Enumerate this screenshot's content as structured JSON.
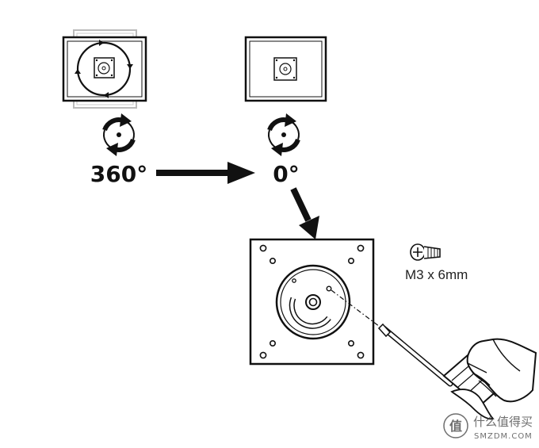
{
  "steps": {
    "from_angle": "360°",
    "to_angle": "0°"
  },
  "screw": {
    "label": "M3 x 6mm"
  },
  "watermark": {
    "text_cn": "什么值得买",
    "text_en": "SMZDM.COM"
  },
  "colors": {
    "ink": "#111111",
    "paper": "#ffffff",
    "watermark": "#555555"
  }
}
